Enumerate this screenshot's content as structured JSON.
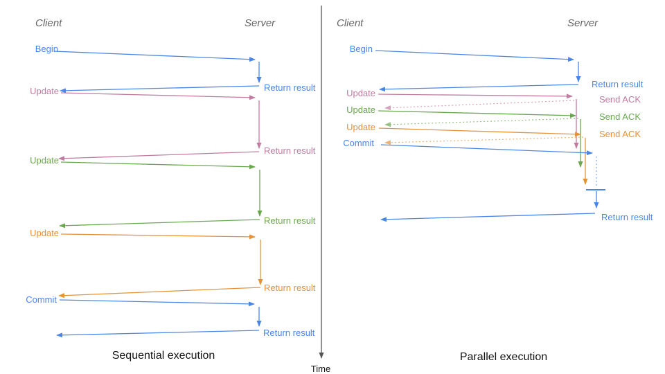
{
  "colors": {
    "blue": "#4a86e8",
    "pink": "#c27ba0",
    "green": "#6aa84f",
    "orange": "#e69138",
    "axis_gray": "#555555",
    "header_gray": "#666666",
    "caption_black": "#111111"
  },
  "time_axis": {
    "label": "Time"
  },
  "panels": [
    {
      "caption": "Sequential execution",
      "client_header": "Client",
      "server_header": "Server",
      "messages": [
        {
          "label": "Begin",
          "response": "Return result",
          "color": "blue"
        },
        {
          "label": "Update",
          "response": "Return result",
          "color": "pink"
        },
        {
          "label": "Update",
          "response": "Return result",
          "color": "green"
        },
        {
          "label": "Update",
          "response": "Return result",
          "color": "orange"
        },
        {
          "label": "Commit",
          "response": "Return result",
          "color": "blue"
        }
      ]
    },
    {
      "caption": "Parallel execution",
      "client_header": "Client",
      "server_header": "Server",
      "messages": [
        {
          "label": "Begin",
          "response": "Return result",
          "color": "blue"
        },
        {
          "label": "Update",
          "response": "Send ACK",
          "color": "pink"
        },
        {
          "label": "Update",
          "response": "Send ACK",
          "color": "green"
        },
        {
          "label": "Update",
          "response": "Send ACK",
          "color": "orange"
        },
        {
          "label": "Commit",
          "response": "Return result",
          "color": "blue"
        }
      ]
    }
  ]
}
